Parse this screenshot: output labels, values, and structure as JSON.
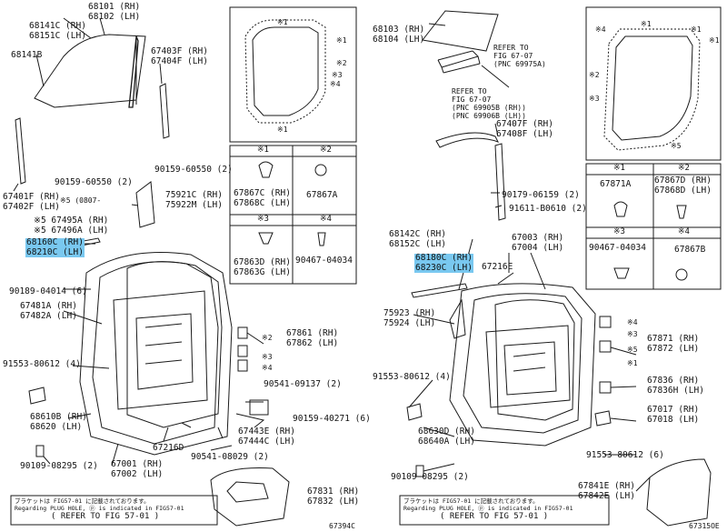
{
  "left": {
    "labels": {
      "l_68101": "68101 (RH)\n68102 (LH)",
      "l_68141c": "68141C (RH)\n68151C (LH)",
      "l_68141b": "68141B",
      "l_67403f": "67403F (RH)\n67404F (LH)",
      "l_90159a": "90159-60550 (2)",
      "l_90159b": "90159-60550 (2)",
      "l_67401f": "67401F (RH)\n67402F (LH)",
      "l_67495a": "※5 67495A (RH)\n※5 67496A (LH)",
      "l_note5": "※5 (0807-",
      "l_75921c": "75921C (RH)\n75922M (LH)",
      "l_68160c": "68160C (RH)\n68210C (LH)",
      "l_90189": "90189-04014 (6)",
      "l_67481a": "67481A (RH)\n67482A (LH)",
      "l_67861": "67861 (RH)\n67862 (LH)",
      "l_91553": "91553-80612 (4)",
      "l_90541a": "90541-09137 (2)",
      "l_68610b": "68610B (RH)\n68620 (LH)",
      "l_90159c": "90159-40271 (6)",
      "l_67443e": "67443E (RH)\n67444C (LH)",
      "l_67216d": "67216D",
      "l_90109": "90109-08295 (2)",
      "l_67001": "67001 (RH)\n67002 (LH)",
      "l_90541b": "90541-08029 (2)",
      "l_67831": "67831 (RH)\n67832 (LH)",
      "l_code": "67394C"
    },
    "callouts": [
      "※1",
      "※1",
      "※2",
      "※3",
      "※4",
      "※2",
      "※3",
      "※4",
      "※1"
    ],
    "table": {
      "h1": "※1",
      "h2": "※2",
      "h3": "※3",
      "h4": "※4",
      "p1": "67867C (RH)\n67868C (LH)",
      "p2": "67867A",
      "p3": "67863D (RH)\n67863G (LH)",
      "p4": "90467-04034"
    },
    "note": {
      "jp": "ブラケットは FIG57-01 に記載されております。",
      "en": "Regarding PLUG HOLE, ⓟ is indicated in FIG57-01",
      "ref": "( REFER TO FIG 57-01 )"
    }
  },
  "right": {
    "labels": {
      "r_68103": "68103 (RH)\n68104 (LH)",
      "r_refer1": "REFER TO\nFIG 67-07\n(PNC 69975A)",
      "r_refer2": "REFER TO\nFIG 67-07\n(PNC 69905B (RH))\n(PNC 69906B (LH))",
      "r_67407f": "67407F (RH)\n67408F (LH)",
      "r_90179": "90179-06159 (2)",
      "r_91611": "91611-B0610 (2)",
      "r_68142c": "68142C (RH)\n68152C (LH)",
      "r_67003": "67003 (RH)\n67004 (LH)",
      "r_68180c": "68180C (RH)\n68230C (LH)",
      "r_67216e": "67216E",
      "r_75923": "75923 (RH)\n75924 (LH)",
      "r_67871": "67871 (RH)\n67872 (LH)",
      "r_91553a": "91553-80612 (4)",
      "r_67836": "67836 (RH)\n67836H (LH)",
      "r_67017": "67017 (RH)\n67018 (LH)",
      "r_68630d": "68630D (RH)\n68640A (LH)",
      "r_91553b": "91553-80612 (6)",
      "r_90109": "90109-08295 (2)",
      "r_67841e": "67841E (RH)\n67842E (LH)",
      "r_code": "67315OE"
    },
    "callouts": [
      "※4",
      "※1",
      "※1",
      "※2",
      "※3",
      "※5",
      "※1",
      "※3",
      "※4",
      "※5",
      "※1"
    ],
    "table": {
      "h1": "※1",
      "h2": "※2",
      "h3": "※3",
      "h4": "※4",
      "p1": "67871A",
      "p2": "67867D (RH)\n67868D (LH)",
      "p3": "90467-04034",
      "p4": "67867B"
    },
    "note": {
      "jp": "ブラケットは FIG57-01 に記載されております。",
      "en": "Regarding PLUG HOLE, ⓟ is indicated in FIG57-01",
      "ref": "( REFER TO FIG 57-01 )"
    }
  },
  "colors": {
    "highlight": "#79c8f0",
    "line": "#1a1a1a"
  }
}
